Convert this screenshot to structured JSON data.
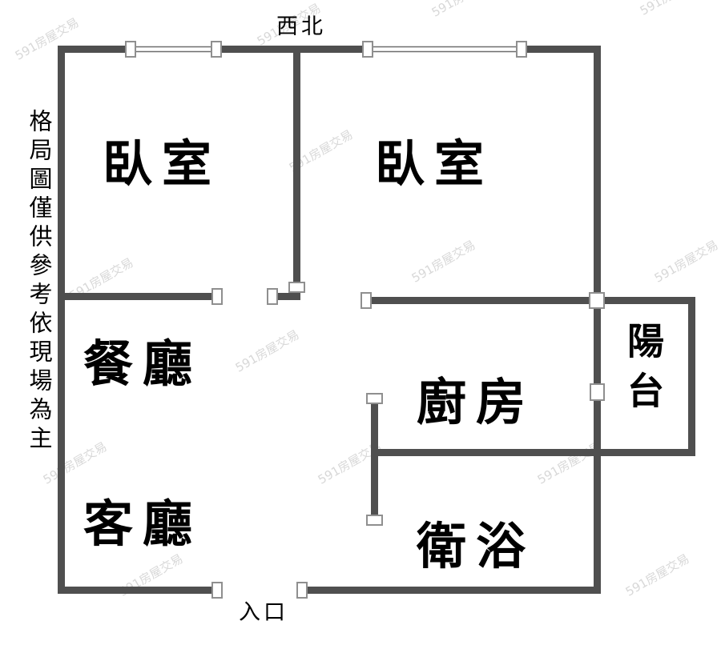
{
  "compass": {
    "label": "西北"
  },
  "entrance": {
    "label": "入口"
  },
  "disclaimer": {
    "text": "格局圖僅供參考依現場為主"
  },
  "rooms": [
    {
      "id": "bedroom-1",
      "label": "臥室"
    },
    {
      "id": "bedroom-2",
      "label": "臥室"
    },
    {
      "id": "dining-room",
      "label": "餐廳"
    },
    {
      "id": "kitchen",
      "label": "廚房"
    },
    {
      "id": "balcony",
      "label": "陽台"
    },
    {
      "id": "living-room",
      "label": "客廳"
    },
    {
      "id": "bathroom",
      "label": "衛浴"
    }
  ],
  "watermark": {
    "text": "591房屋交易"
  },
  "colors": {
    "wall": "#4f4f4f",
    "background": "#ffffff",
    "watermark": "#d8d8d8",
    "text": "#000000"
  }
}
